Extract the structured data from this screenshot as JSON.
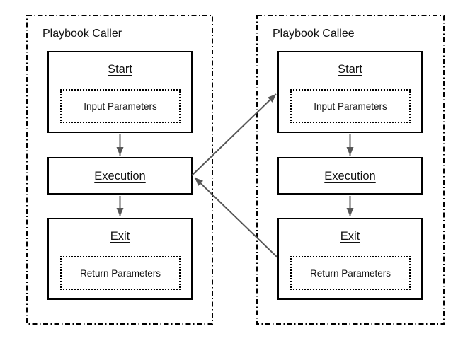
{
  "diagram": {
    "containers": [
      {
        "title": "Playbook Caller",
        "nodes": [
          {
            "label": "Start",
            "param": "Input Parameters"
          },
          {
            "label": "Execution"
          },
          {
            "label": "Exit",
            "param": "Return Parameters"
          }
        ]
      },
      {
        "title": "Playbook Callee",
        "nodes": [
          {
            "label": "Start",
            "param": "Input Parameters"
          },
          {
            "label": "Execution"
          },
          {
            "label": "Exit",
            "param": "Return Parameters"
          }
        ]
      }
    ],
    "edges": [
      {
        "from": "caller.start",
        "to": "caller.execution"
      },
      {
        "from": "caller.execution",
        "to": "caller.exit"
      },
      {
        "from": "caller.execution",
        "to": "callee.start"
      },
      {
        "from": "callee.start",
        "to": "callee.execution"
      },
      {
        "from": "callee.execution",
        "to": "callee.exit"
      },
      {
        "from": "callee.exit",
        "to": "caller.execution"
      }
    ],
    "colors": {
      "box_border": "#000000",
      "container_border": "#000000",
      "arrow": "#565656",
      "background": "#ffffff",
      "text": "#111111"
    }
  }
}
